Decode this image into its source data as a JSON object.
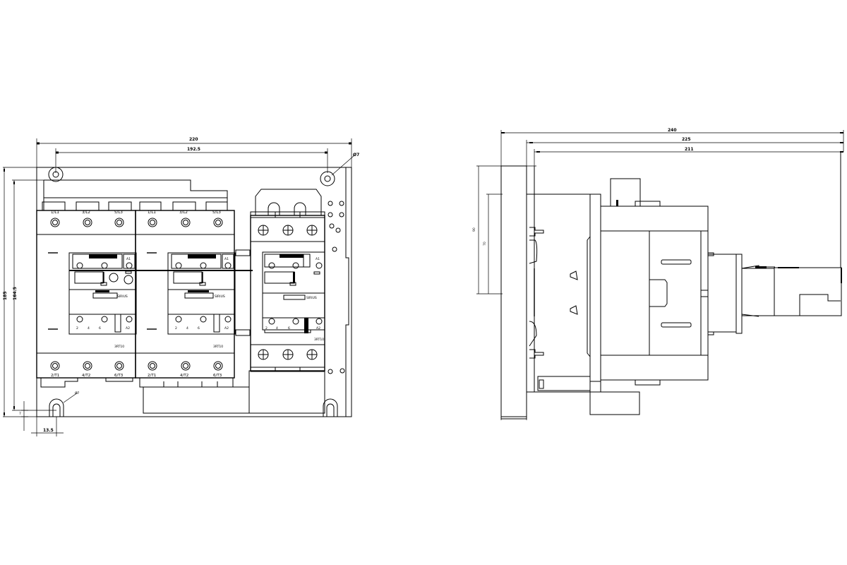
{
  "front_view": {
    "dimensions": {
      "overall_width": "220",
      "hole_spacing_horizontal": "192.5",
      "hole_diameter": "Ø7",
      "overall_height": "185",
      "hole_spacing_vertical": "164.5",
      "bottom_offset": "7",
      "slot_offset": "13.5",
      "slot_diameter": "Ø7"
    },
    "contactors": [
      {
        "top_terminals": [
          "1/L1",
          "3/L2",
          "5/L3"
        ],
        "bottom_terminals": [
          "2/T1",
          "4/T2",
          "6/T3"
        ],
        "coil_terminals": [
          "A1",
          "A2"
        ],
        "aux_labels": [
          "2",
          "4",
          "6"
        ],
        "type_label": "3RT10",
        "brand": "SIRIUS"
      },
      {
        "top_terminals": [
          "1/L1",
          "3/L2",
          "5/L3"
        ],
        "bottom_terminals": [
          "2/T1",
          "4/T2",
          "6/T3"
        ],
        "coil_terminals": [
          "A1",
          "A2"
        ],
        "aux_labels": [
          "2",
          "4",
          "6"
        ],
        "type_label": "3RT10",
        "brand": "SIRIUS"
      },
      {
        "top_terminals": [],
        "bottom_terminals": [],
        "coil_terminals": [
          "A1",
          "A2"
        ],
        "aux_labels": [
          "2",
          "4",
          "6"
        ],
        "type_label": "3RT10",
        "brand": "SIRIUS"
      }
    ]
  },
  "side_view": {
    "dimensions": {
      "overall_depth": "240",
      "depth_2": "225",
      "depth_3": "211",
      "height_1": "90",
      "height_2": "70"
    }
  },
  "colors": {
    "line": "#000000",
    "background": "#ffffff"
  }
}
